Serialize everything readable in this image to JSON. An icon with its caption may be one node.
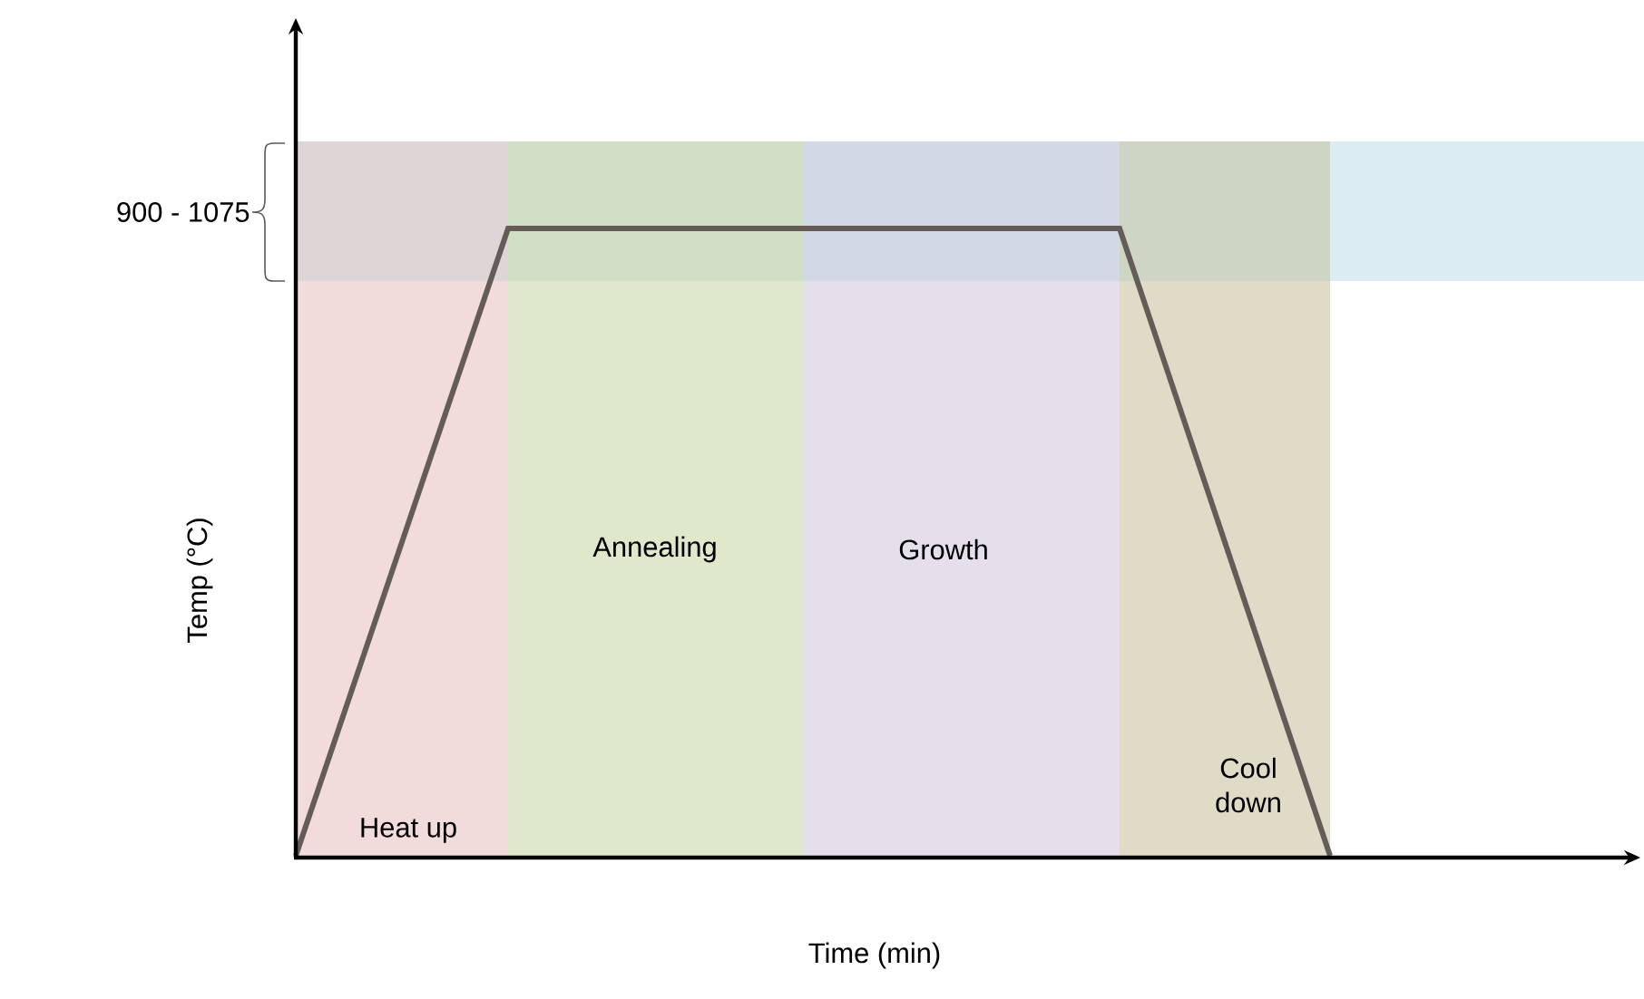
{
  "diagram": {
    "nodes": [
      {
        "text": [
          "Heat up"
        ]
      },
      {
        "text": [
          "Annealing"
        ]
      },
      {
        "text": [
          "Growth"
        ]
      },
      {
        "text": [
          "Cool down"
        ]
      }
    ],
    "labels": [
      "900 - 1075",
      "Temp (°C)",
      "Time (min)"
    ]
  }
}
